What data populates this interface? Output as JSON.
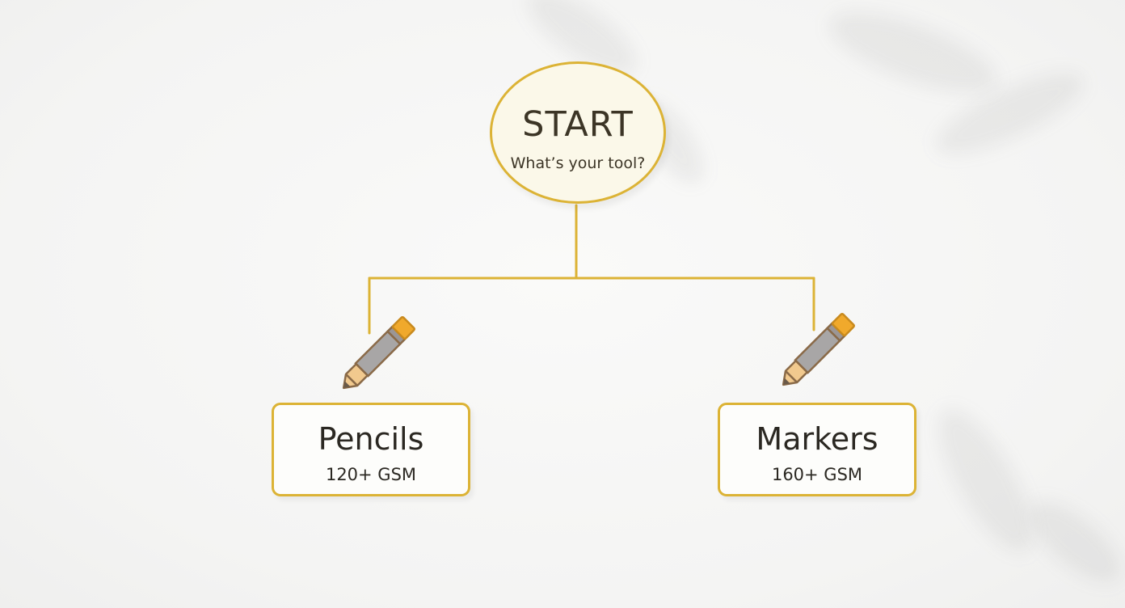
{
  "diagram": {
    "start": {
      "title": "START",
      "question": "What’s your tool?"
    },
    "options": [
      {
        "name": "Pencils",
        "paper": "120+ GSM",
        "icon": "pencil-icon"
      },
      {
        "name": "Markers",
        "paper": "160+ GSM",
        "icon": "pencil-icon"
      }
    ],
    "colors": {
      "outline": "#dcb335",
      "text": "#2b2822",
      "pencil_body": "#a8a6a6",
      "pencil_eraser": "#f0a92c"
    }
  }
}
